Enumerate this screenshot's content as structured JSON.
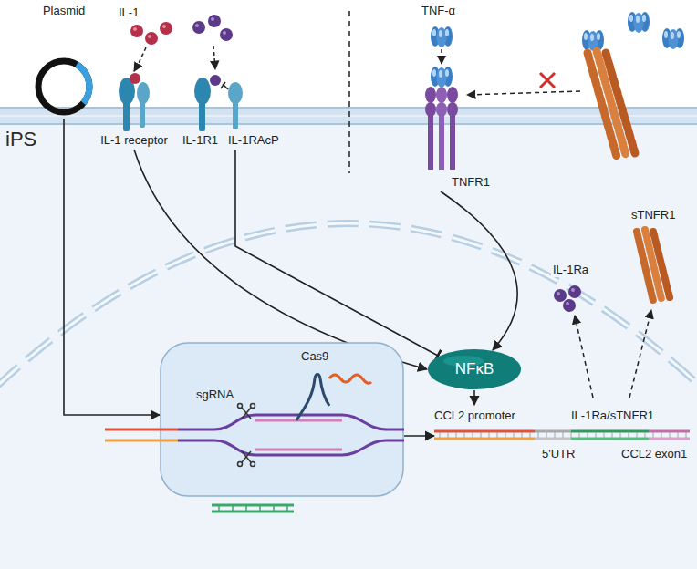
{
  "diagram": {
    "nodes": [
      {
        "text": [
          "Plasmid"
        ]
      },
      {
        "text": [
          "IL-1 receptor"
        ]
      },
      {
        "text": [
          "IL-1R1",
          "IL-1RAcP"
        ]
      },
      {
        "text": [
          "TNFR1"
        ]
      },
      {
        "text": [
          "Cas9",
          "sgRNA"
        ]
      },
      {
        "text": [
          "NFκB"
        ]
      },
      {
        "text": [
          "CCL2 promoter",
          "5'UTR",
          "IL-1Ra/sTNFR1",
          "CCL2 exon1"
        ]
      }
    ],
    "edges": [
      {
        "from": 0,
        "to": 4,
        "arrow": "to"
      },
      {
        "from": 1,
        "to": 5,
        "arrow": "to"
      },
      {
        "from": 2,
        "to": 5,
        "arrow": "to"
      },
      {
        "from": 3,
        "to": 5,
        "arrow": "to"
      },
      {
        "from": 5,
        "to": 6,
        "arrow": "to"
      },
      {
        "from": 4,
        "to": 6,
        "arrow": "to"
      }
    ],
    "labels": [
      "IL-1",
      "TNF-α",
      "iPS",
      "IL-1Ra",
      "sTNFR1"
    ]
  }
}
